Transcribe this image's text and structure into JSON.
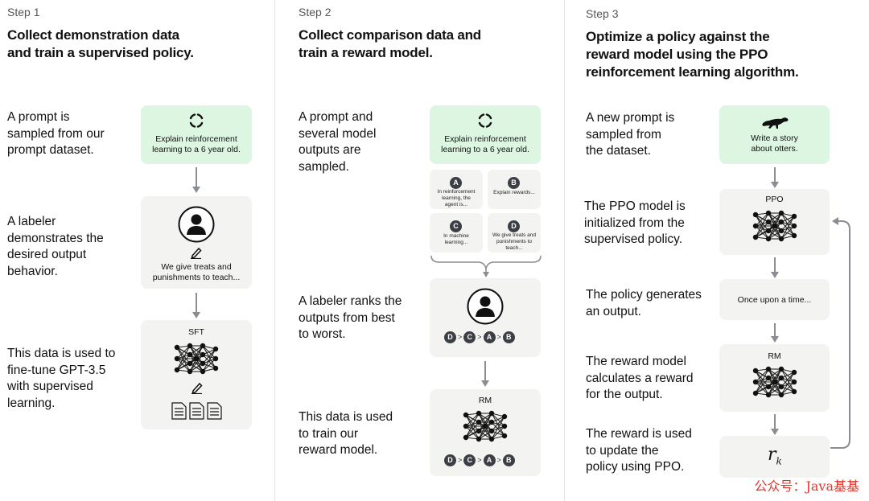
{
  "columns": [
    {
      "step": "Step 1",
      "title": [
        "Collect demonstration data",
        "and train a supervised policy."
      ],
      "descriptions": [
        [
          "A prompt is",
          "sampled from our",
          "prompt dataset."
        ],
        [
          "A labeler",
          "demonstrates the",
          "desired output",
          "behavior."
        ],
        [
          "This data is used to",
          "fine-tune GPT-3.5",
          "with supervised",
          "learning."
        ]
      ],
      "prompt": [
        "Explain reinforcement",
        "learning to a 6 year old."
      ],
      "demo_output": [
        "We give treats and",
        "punishments to teach..."
      ],
      "model_label": "SFT"
    },
    {
      "step": "Step 2",
      "title": [
        "Collect comparison data and",
        "train a reward model."
      ],
      "descriptions": [
        [
          "A prompt and",
          "several model",
          "outputs are",
          "sampled."
        ],
        [
          "A labeler ranks the",
          "outputs from best",
          "to worst."
        ],
        [
          "This data is used",
          "to train our",
          "reward model."
        ]
      ],
      "prompt": [
        "Explain reinforcement",
        "learning to a 6 year old."
      ],
      "outputs": [
        {
          "badge": "A",
          "text": [
            "In reinforcement",
            "learning, the",
            "agent is..."
          ]
        },
        {
          "badge": "B",
          "text": [
            "Explain rewards..."
          ]
        },
        {
          "badge": "C",
          "text": [
            "In machine",
            "learning..."
          ]
        },
        {
          "badge": "D",
          "text": [
            "We give treats and",
            "punishments to",
            "teach..."
          ]
        }
      ],
      "ranking": [
        "D",
        "C",
        "A",
        "B"
      ],
      "rank_sep": ">",
      "model_label": "RM"
    },
    {
      "step": "Step 3",
      "title": [
        "Optimize a policy against the",
        "reward model using the PPO",
        "reinforcement learning algorithm."
      ],
      "descriptions": [
        [
          "A new prompt is",
          "sampled from",
          "the dataset."
        ],
        [
          "The PPO model is",
          "initialized from the",
          "supervised policy."
        ],
        [
          "The policy generates",
          "an output."
        ],
        [
          "The reward model",
          "calculates a reward",
          "for the output."
        ],
        [
          "The reward is used",
          "to update the",
          "policy using PPO."
        ]
      ],
      "prompt": [
        "Write a story",
        "about otters."
      ],
      "ppo_label": "PPO",
      "policy_output": "Once upon a time...",
      "rm_label": "RM",
      "reward_symbol": "r",
      "reward_subscript": "k"
    }
  ],
  "watermark": "公众号：Java基基"
}
